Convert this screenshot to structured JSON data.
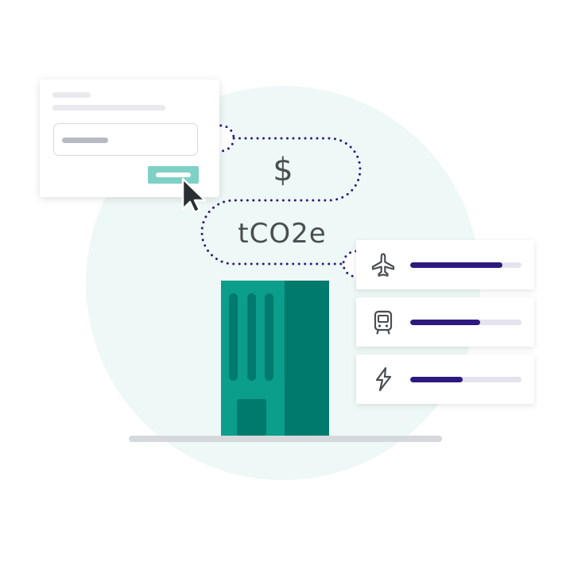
{
  "formula": {
    "currency_symbol": "$",
    "unit": "tCO2e"
  },
  "categories": [
    {
      "icon": "airplane-icon",
      "level": 0.83
    },
    {
      "icon": "train-icon",
      "level": 0.63
    },
    {
      "icon": "lightning-icon",
      "level": 0.47
    }
  ],
  "colors": {
    "accent_teal": "#0a9e8b",
    "dark_teal": "#007a6c",
    "light_teal": "#7ed1c5",
    "bar_fill": "#2e1a7f",
    "icon_gray": "#4a4e52"
  }
}
